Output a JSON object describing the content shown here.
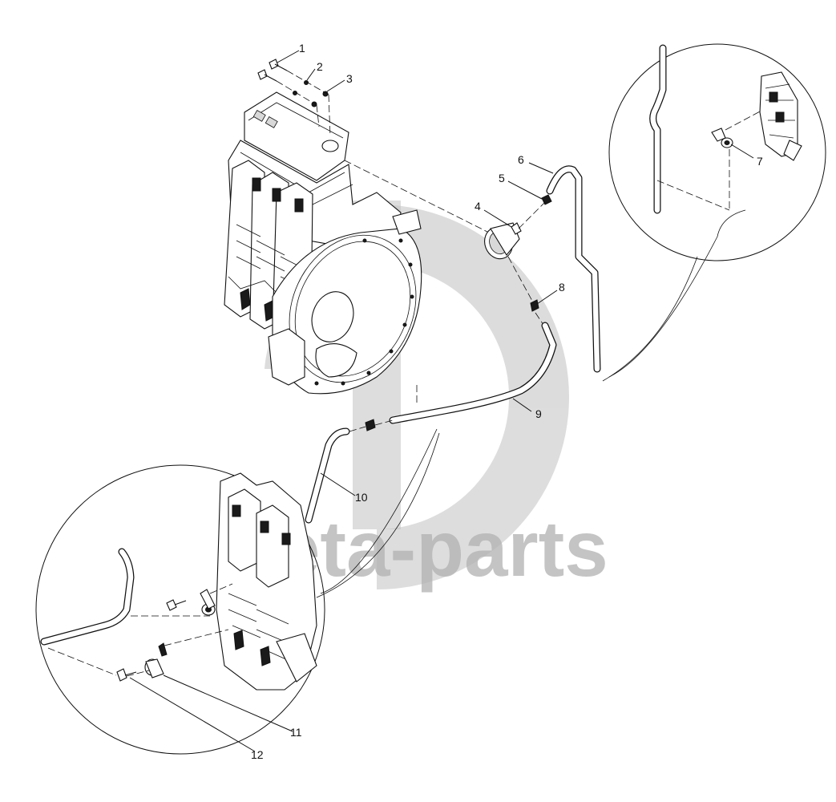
{
  "watermark": {
    "text": "deta-parts",
    "color": "#a8a8a8"
  },
  "callouts": [
    {
      "id": "1",
      "label": "1"
    },
    {
      "id": "2",
      "label": "2"
    },
    {
      "id": "3",
      "label": "3"
    },
    {
      "id": "4",
      "label": "4"
    },
    {
      "id": "5",
      "label": "5"
    },
    {
      "id": "6",
      "label": "6"
    },
    {
      "id": "7",
      "label": "7"
    },
    {
      "id": "8",
      "label": "8"
    },
    {
      "id": "9",
      "label": "9"
    },
    {
      "id": "10",
      "label": "10"
    },
    {
      "id": "11",
      "label": "11"
    },
    {
      "id": "12",
      "label": "12"
    }
  ],
  "colors": {
    "line": "#111111",
    "background": "#ffffff"
  }
}
